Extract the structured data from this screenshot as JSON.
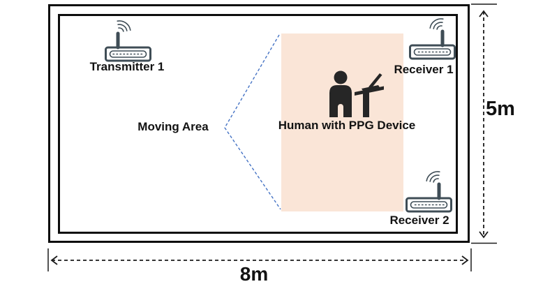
{
  "devices": {
    "transmitter1_label": "Transmitter 1",
    "receiver1_label": "Receiver 1",
    "receiver2_label": "Receiver 2"
  },
  "areas": {
    "moving_area_label": "Moving Area",
    "human_label": "Human with PPG Device"
  },
  "dimensions": {
    "room_height": "5m",
    "room_width": "8m"
  },
  "icons": {
    "transmitter": "wifi-router-icon",
    "receiver1": "wifi-router-icon",
    "receiver2": "wifi-router-icon",
    "human": "person-at-desk-with-laptop-icon"
  },
  "colors": {
    "wall_border": "#0d0d0d",
    "human_area_fill": "#FAE5D7",
    "moving_area_dash": "#4472C4",
    "router_icon": "#3F4D56",
    "human_icon": "#262626",
    "dimension_line": "#1a1a1a"
  }
}
